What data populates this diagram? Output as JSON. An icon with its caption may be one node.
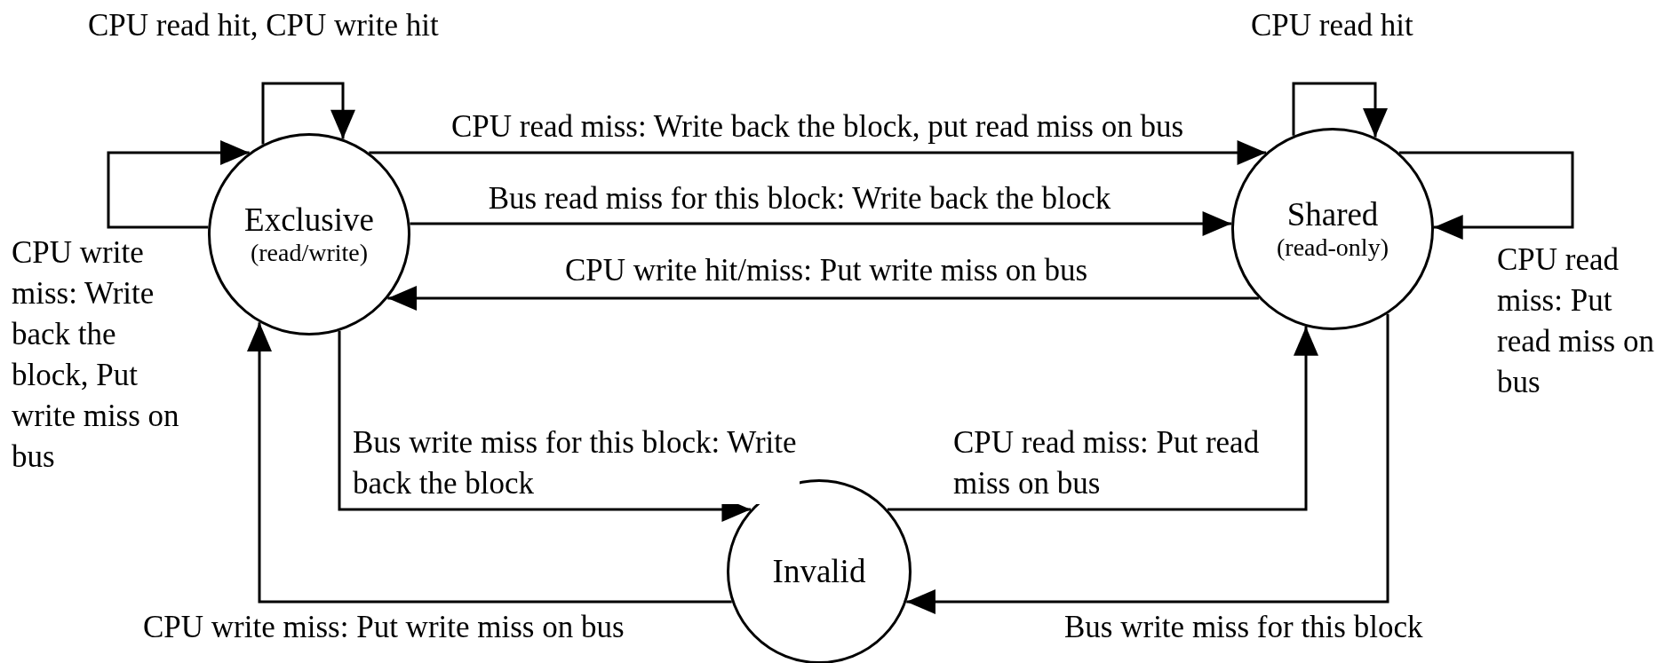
{
  "diagram": {
    "nodes": [
      {
        "text": [
          "Exclusive",
          "(read/write)"
        ]
      },
      {
        "text": [
          "Shared",
          "(read-only)"
        ]
      },
      {
        "text": [
          "Invalid"
        ]
      }
    ],
    "edges": [
      {
        "from": 0,
        "to": 0,
        "arrow": "to",
        "label": "CPU read hit, CPU write hit"
      },
      {
        "from": 0,
        "to": 0,
        "arrow": "to",
        "label": "CPU write miss: Write back the block, Put write miss on bus"
      },
      {
        "from": 0,
        "to": 1,
        "arrow": "to",
        "label": "CPU read miss: Write back the block, put read miss on bus"
      },
      {
        "from": 0,
        "to": 1,
        "arrow": "to",
        "label": "Bus read miss for this block: Write back the block"
      },
      {
        "from": 1,
        "to": 0,
        "arrow": "to",
        "label": "CPU write hit/miss: Put write miss on bus"
      },
      {
        "from": 1,
        "to": 1,
        "arrow": "to",
        "label": "CPU read hit"
      },
      {
        "from": 1,
        "to": 1,
        "arrow": "to",
        "label": "CPU read miss: Put read miss on bus"
      },
      {
        "from": 0,
        "to": 2,
        "arrow": "to",
        "label": "Bus write miss for this block: Write back the block"
      },
      {
        "from": 2,
        "to": 1,
        "arrow": "to",
        "label": "CPU read miss: Put read miss on bus"
      },
      {
        "from": 2,
        "to": 0,
        "arrow": "to",
        "label": "CPU write miss: Put write miss on bus"
      },
      {
        "from": 1,
        "to": 2,
        "arrow": "to",
        "label": "Bus write miss for this block"
      }
    ]
  }
}
